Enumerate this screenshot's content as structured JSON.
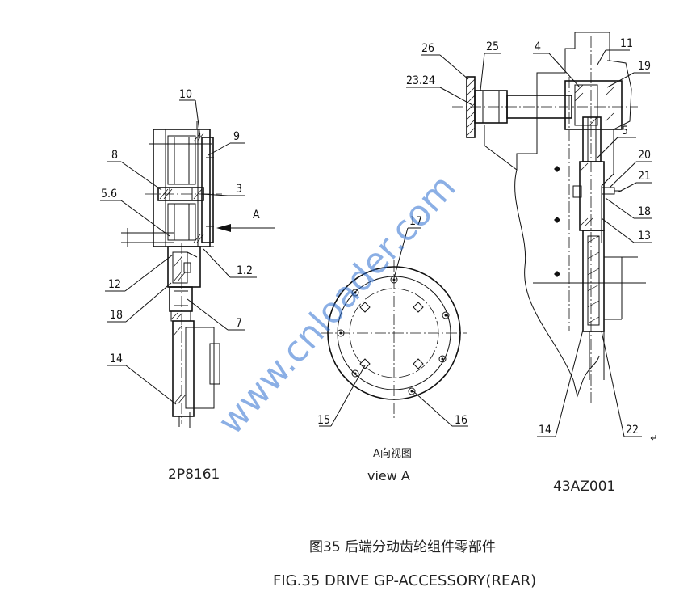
{
  "labels": {
    "l10": "10",
    "l9": "9",
    "l8": "8",
    "l3": "3",
    "l56": "5.6",
    "lA": "A",
    "l12c": "1.2",
    "l12": "12",
    "l18": "18",
    "l7": "7",
    "l14": "14",
    "l26": "26",
    "l25": "25",
    "l4": "4",
    "l11": "11",
    "l2324": "23.24",
    "l19": "19",
    "l5": "5",
    "l20": "20",
    "l21": "21",
    "l18r": "18",
    "l13": "13",
    "l17": "17",
    "l15": "15",
    "l16": "16",
    "l14r": "14",
    "l22": "22"
  },
  "captions": {
    "left_code": "2P8161",
    "view_cn": "A向视图",
    "view_en": "view   A",
    "right_code": "43AZ001",
    "fig_cn": "图35  后端分动齿轮组件零部件",
    "fig_en": "FIG.35  DRIVE GP-ACCESSORY(REAR)"
  },
  "watermark": "www.cnloader.com",
  "colors": {
    "line": "#111111",
    "watermark": "#2e6fd0"
  }
}
